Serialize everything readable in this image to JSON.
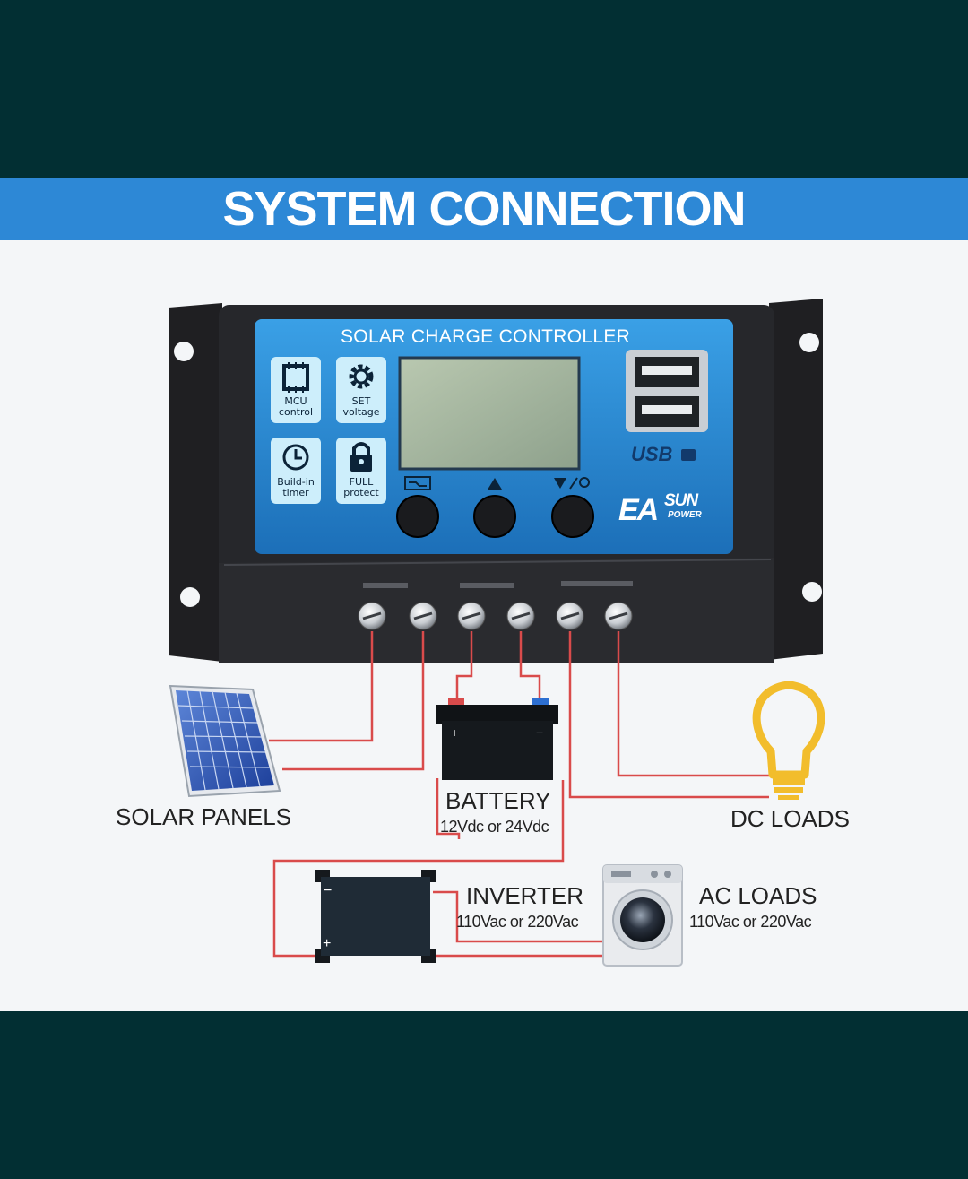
{
  "header": {
    "title": "SYSTEM CONNECTION"
  },
  "controller": {
    "title": "SOLAR CHARGE CONTROLLER",
    "features": [
      {
        "icon": "chip-icon",
        "label_lines": [
          "MCU",
          "control"
        ]
      },
      {
        "icon": "gear-icon",
        "label_lines": [
          "SET",
          "voltage"
        ]
      },
      {
        "icon": "clock-icon",
        "label_lines": [
          "Build-in",
          "timer"
        ]
      },
      {
        "icon": "lock-icon",
        "label_lines": [
          "FULL",
          "protect"
        ]
      }
    ],
    "usb_label": "USB",
    "brand": {
      "main": "EA",
      "sub": "SUN",
      "tagline": "POWER"
    },
    "button_icons": [
      "menu-icon",
      "up-arrow-icon",
      "down-arrow-icon"
    ]
  },
  "components": {
    "solar_panels": {
      "label": "SOLAR PANELS"
    },
    "battery": {
      "label": "BATTERY",
      "spec": "12Vdc or 24Vdc"
    },
    "dc_loads": {
      "label": "DC LOADS"
    },
    "inverter": {
      "label": "INVERTER",
      "spec": "110Vac or 220Vac"
    },
    "ac_loads": {
      "label": "AC LOADS",
      "spec": "110Vac or 220Vac"
    }
  },
  "colors": {
    "frame": "#022f33",
    "banner": "#2d88d6",
    "controller_face": "#2f90d8",
    "wire": "#d94b4b",
    "bulb": "#f2bd2c"
  }
}
